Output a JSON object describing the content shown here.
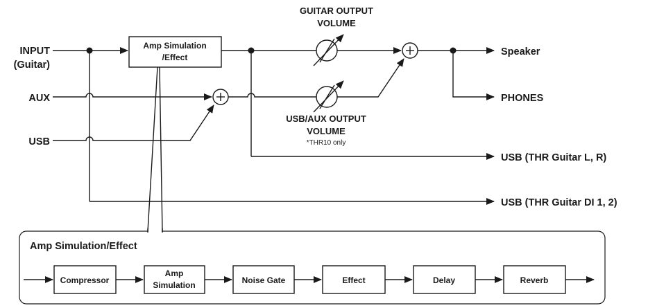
{
  "inputs": {
    "input_line1": "INPUT",
    "input_line2": "(Guitar)",
    "aux": "AUX",
    "usb": "USB"
  },
  "amp_box": {
    "line1": "Amp Simulation",
    "line2": "/Effect"
  },
  "guitar_volume": {
    "line1": "GUITAR OUTPUT",
    "line2": "VOLUME"
  },
  "usb_aux_volume": {
    "line1": "USB/AUX OUTPUT",
    "line2": "VOLUME",
    "note": "*THR10 only"
  },
  "outputs": {
    "speaker": "Speaker",
    "phones": "PHONES",
    "usb_lr": "USB (THR Guitar L, R)",
    "usb_di": "USB (THR Guitar DI 1, 2)"
  },
  "chain": {
    "title": "Amp Simulation/Effect",
    "compressor": "Compressor",
    "amp_line1": "Amp",
    "amp_line2": "Simulation",
    "noise_gate": "Noise Gate",
    "effect": "Effect",
    "delay": "Delay",
    "reverb": "Reverb"
  }
}
